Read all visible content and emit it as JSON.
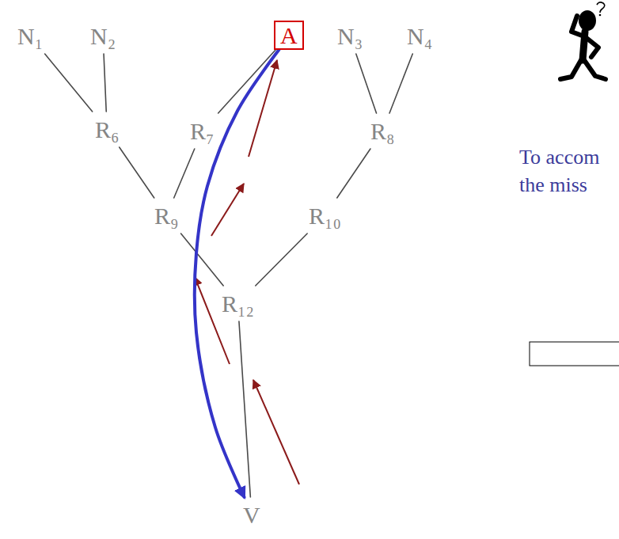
{
  "diagram": {
    "nodes": [
      {
        "text": [
          "N₁"
        ]
      },
      {
        "text": [
          "N₂"
        ]
      },
      {
        "text": [
          "A"
        ]
      },
      {
        "text": [
          "N₃"
        ]
      },
      {
        "text": [
          "N₄"
        ]
      },
      {
        "text": [
          "R₆"
        ]
      },
      {
        "text": [
          "R₇"
        ]
      },
      {
        "text": [
          "R₈"
        ]
      },
      {
        "text": [
          "R₉"
        ]
      },
      {
        "text": [
          "R₁₀"
        ]
      },
      {
        "text": [
          "R₁₂"
        ]
      },
      {
        "text": [
          "V"
        ]
      }
    ],
    "edges": [
      {
        "from": 0,
        "to": 5,
        "arrow": "none"
      },
      {
        "from": 1,
        "to": 5,
        "arrow": "none"
      },
      {
        "from": 2,
        "to": 6,
        "arrow": "none"
      },
      {
        "from": 3,
        "to": 7,
        "arrow": "none"
      },
      {
        "from": 4,
        "to": 7,
        "arrow": "none"
      },
      {
        "from": 5,
        "to": 8,
        "arrow": "none"
      },
      {
        "from": 6,
        "to": 8,
        "arrow": "none"
      },
      {
        "from": 7,
        "to": 9,
        "arrow": "none"
      },
      {
        "from": 8,
        "to": 10,
        "arrow": "none"
      },
      {
        "from": 9,
        "to": 10,
        "arrow": "none"
      },
      {
        "from": 10,
        "to": 11,
        "arrow": "none"
      },
      {
        "from": 2,
        "to": 11,
        "arrow": "to"
      }
    ],
    "labels": [
      "To accom",
      "the miss"
    ]
  }
}
